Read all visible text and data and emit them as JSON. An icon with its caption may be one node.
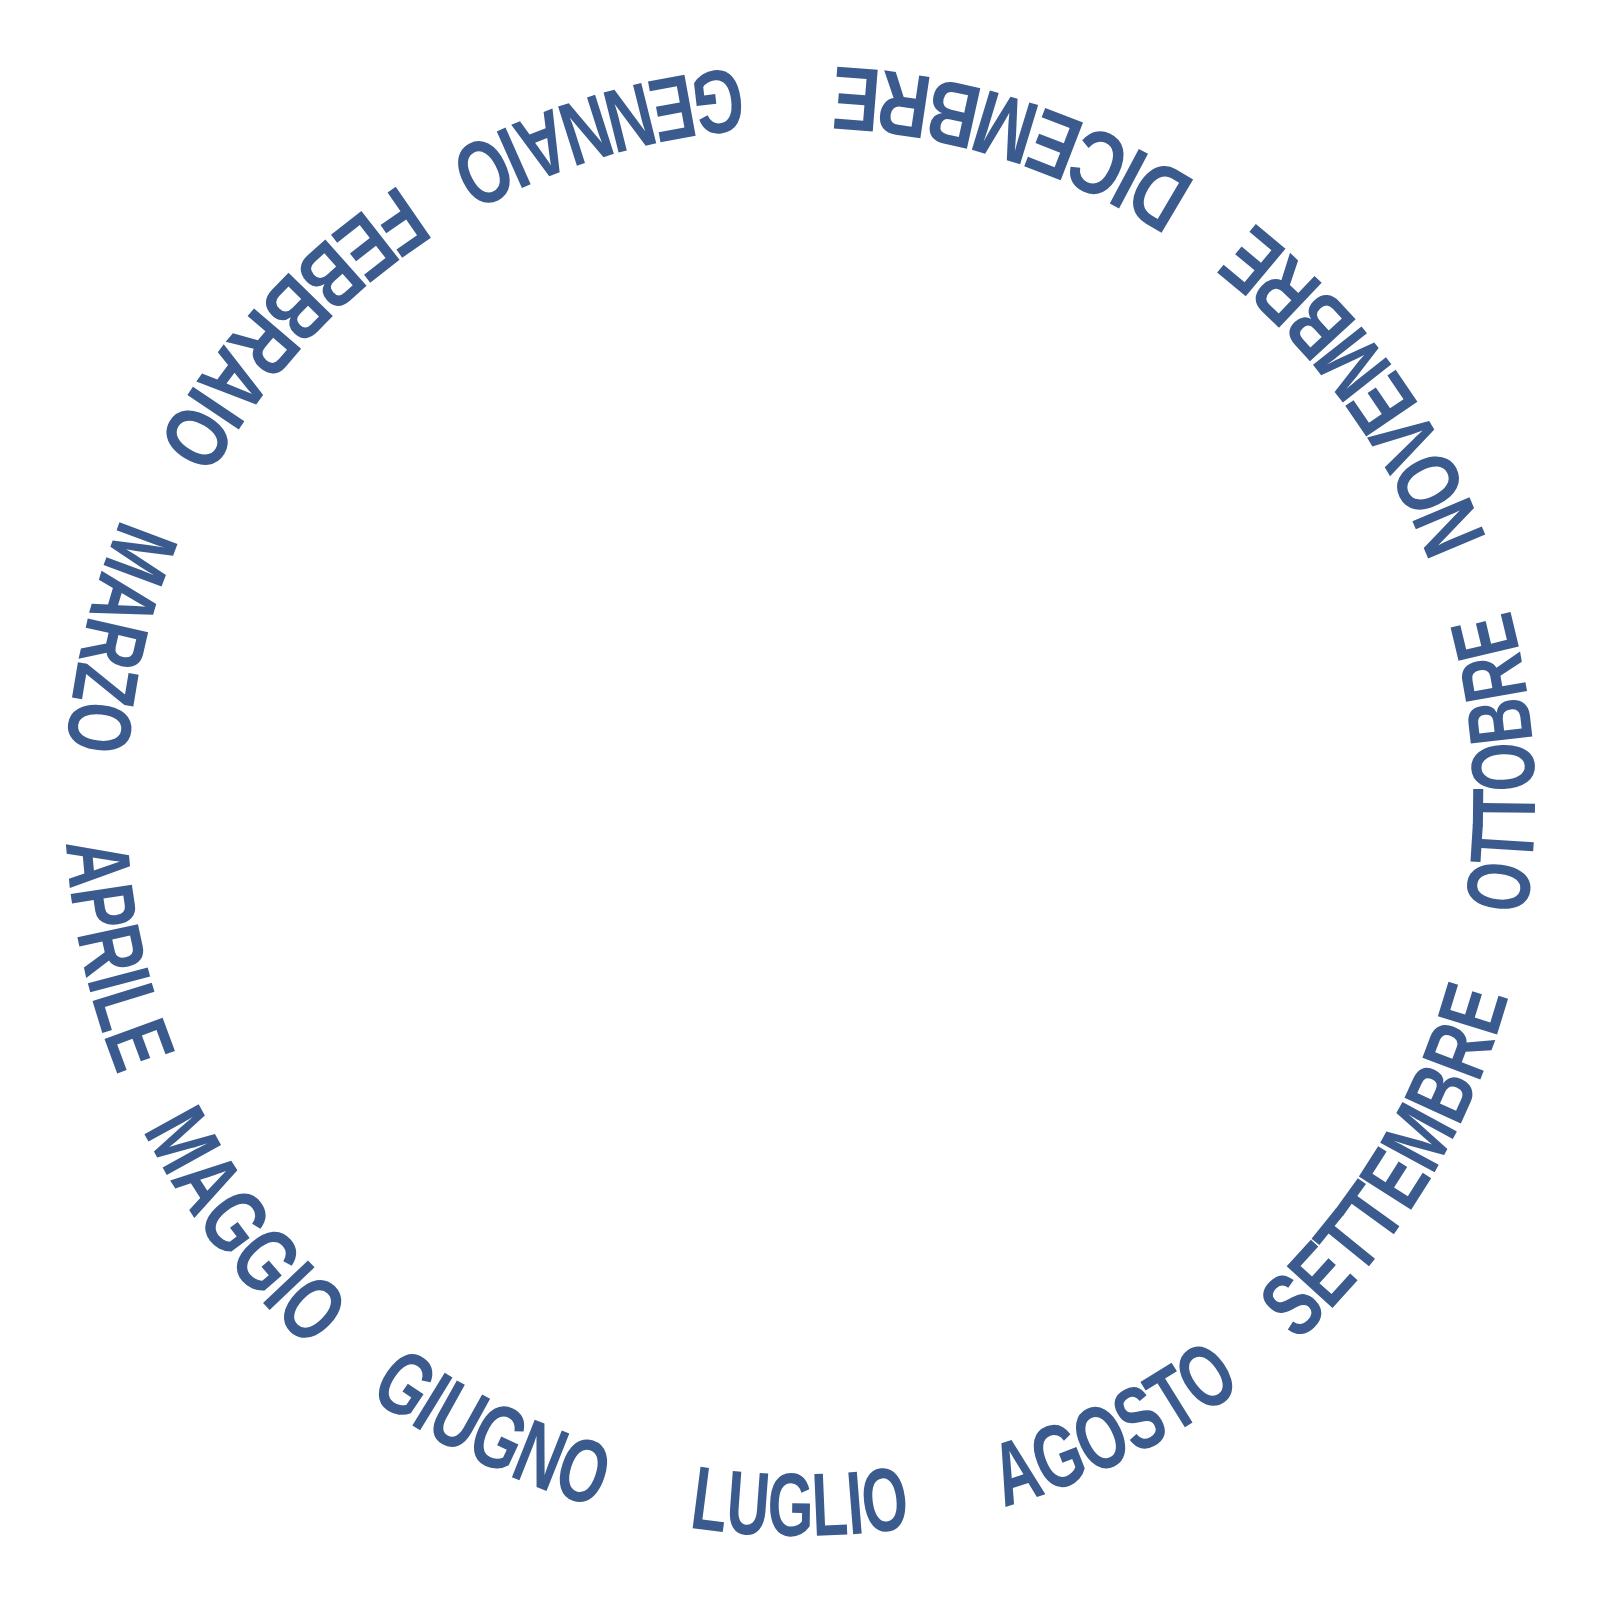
{
  "diagram": {
    "labels": [
      "GENNAIO",
      "FEBBRAIO",
      "MARZO",
      "APRILE",
      "MAGGIO",
      "GIUGNO",
      "LUGLIO",
      "AGOSTO",
      "SETTEMBRE",
      "OTTOBRE",
      "NOVEMBRE",
      "DICEMBRE"
    ]
  }
}
